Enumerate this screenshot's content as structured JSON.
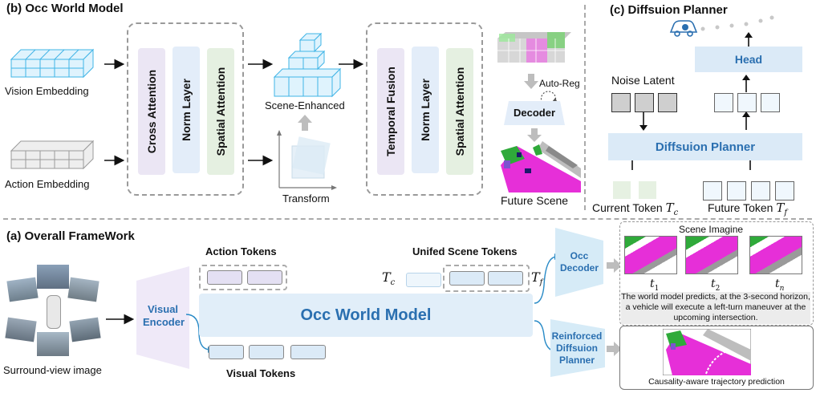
{
  "occ_world": {
    "title": "(b) Occ World Model",
    "vision_embedding": "Vision Embedding",
    "action_embedding": "Action Embedding",
    "block1": [
      "Cross Attention",
      "Norm Layer",
      "Spatial Attention"
    ],
    "scene_enhanced": "Scene-Enhanced",
    "transform": "Transform",
    "block2": [
      "Temporal Fusion",
      "Norm Layer",
      "Spatial Attention"
    ],
    "auto_reg": "Auto-Reg",
    "decoder": "Decoder",
    "future_scene": "Future Scene"
  },
  "planner": {
    "title": "(c) Diffsuion Planner",
    "head": "Head",
    "noise_latent": "Noise Latent",
    "main": "Diffsuion Planner",
    "current_token": "Current Token",
    "current_sym": "T",
    "current_sub": "c",
    "future_token": "Future Token",
    "future_sym": "T",
    "future_sub": "f"
  },
  "overall": {
    "title": "(a) Overall FrameWork",
    "action_tokens": "Action Tokens",
    "unified_tokens": "Unifed Scene Tokens",
    "tc_sym": "T",
    "tc_sub": "c",
    "tf_sym": "T",
    "tf_sub": "f",
    "visual_encoder": "Visual Encoder",
    "occ_world_model": "Occ World Model",
    "visual_tokens": "Visual Tokens",
    "surround_view": "Surround-view image",
    "occ_decoder": "Occ Decoder",
    "reinforced_planner": "Reinforced Diffsuion Planner",
    "scene_imagine": "Scene Imagine",
    "t_labels": [
      {
        "sym": "t",
        "sub": "1"
      },
      {
        "sym": "t",
        "sub": "2"
      },
      {
        "sym": "t",
        "sub": "n"
      }
    ],
    "world_text": "The world model predicts, at the 3-second horizon, a vehicle will execute a left-turn maneuver at the upcoming intersection.",
    "causality": "Causality-aware trajectory prediction"
  },
  "colors": {
    "cross_attention": "#e9e4f2",
    "norm_layer": "#e2ecf8",
    "spatial_attention": "#e4efe0",
    "blue_accent": "#2a6fb0",
    "token_blue": "#dbeaf7",
    "token_purple": "#e4e0f3",
    "token_green": "#e6f1e2",
    "scene_magenta": "#e62fd8",
    "scene_green": "#2faa3a"
  }
}
